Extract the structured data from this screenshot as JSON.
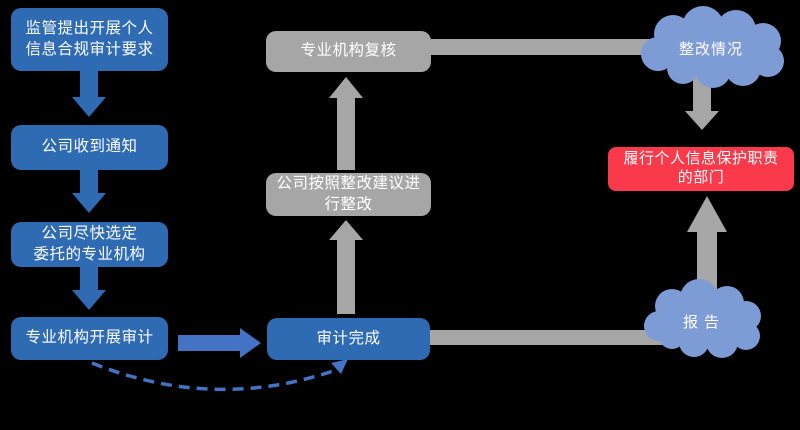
{
  "palette": {
    "background": "#000000",
    "box_blue": "#2E6BB2",
    "arrow_light_blue": "#4472C4",
    "gray": "#A6A6A6",
    "cloud_blue": "#7D9BD4",
    "red": "#FA3A4B",
    "text": "#FFFFFF"
  },
  "nodes": {
    "regulator_request": {
      "label": "监管提出开展个人\n信息合规审计要求"
    },
    "company_notified": {
      "label": "公司收到通知"
    },
    "select_agency": {
      "label": "公司尽快选定\n委托的专业机构"
    },
    "agency_audit": {
      "label": "专业机构开展审计"
    },
    "audit_done": {
      "label": "审计完成"
    },
    "rectify": {
      "label": "公司按照整改建议进\n行整改"
    },
    "agency_review": {
      "label": "专业机构复核"
    },
    "protection_dept": {
      "label": "履行个人信息保护职责\n的部门"
    }
  },
  "clouds": {
    "rectification_status": {
      "label": "整改情况"
    },
    "report": {
      "label": "报告"
    }
  }
}
